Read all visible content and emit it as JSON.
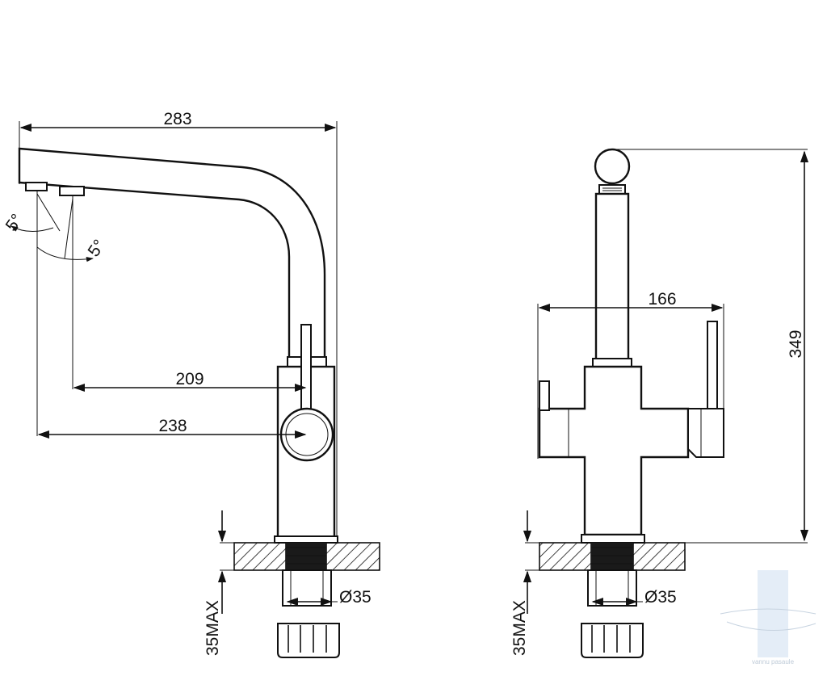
{
  "side_view": {
    "width_total": "283",
    "reach_outlet_2": "209",
    "reach_outlet_1": "238",
    "angle_outlet_1": "5°",
    "angle_outlet_2": "5°",
    "hole_diameter": "Ø35",
    "max_deck_thickness": "35MAX"
  },
  "front_view": {
    "handle_span": "166",
    "height_total": "349",
    "hole_diameter": "Ø35",
    "max_deck_thickness": "35MAX"
  },
  "watermark": {
    "text": "vannu pasaule"
  }
}
